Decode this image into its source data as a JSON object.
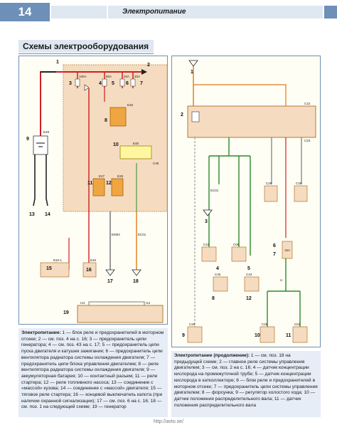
{
  "header": {
    "page_number": "14",
    "section": "Электропитание"
  },
  "title": "Схемы электрооборудования",
  "diagram_left": {
    "top_label": "1",
    "fuse_ratings": [
      "100A",
      "80A",
      "20A",
      "20A"
    ],
    "callouts": [
      "2",
      "3",
      "4",
      "5",
      "6",
      "7",
      "8",
      "9",
      "10",
      "11",
      "12",
      "13",
      "14",
      "15",
      "16",
      "17",
      "18",
      "19"
    ],
    "connector_labels": [
      "E49",
      "E26",
      "E48",
      "C48",
      "E27",
      "E28",
      "EM03",
      "EC01",
      "E32-1",
      "E45",
      "I13",
      "I12"
    ]
  },
  "diagram_right": {
    "callouts": [
      "1",
      "2",
      "3",
      "4",
      "5",
      "6",
      "7",
      "8",
      "9",
      "10",
      "11",
      "12"
    ],
    "connector_labels": [
      "C22",
      "C23",
      "EC01",
      "C29",
      "C28",
      "C44",
      "C06",
      "C45",
      "C43",
      "15A",
      "U",
      "C26",
      "C25",
      "C04"
    ]
  },
  "caption_left": {
    "head": "Электропитание:",
    "text": " 1 — блок реле и предохранителей в моторном отсеке; 2 — см. поз. 4 на с. 16; 3 — предохранитель цепи генератора; 4 — см. поз. 43 на с. 17; 5 — предохранитель цепи пуска двигателя и катушек зажигания; 6 — предохранитель цепи вентилятора радиатора системы охлаждения двигателя; 7 — предохранитель цепи блока управления двигателем; 8 — реле вентилятора радиатора системы охлаждения двигателя; 9 — аккумуляторная батарея; 10 — контактный разъем; 11 — реле стартера; 12 — реле топливного насоса; 13 — соединение с «массой» кузова; 14 — соединение с «массой» двигателя; 15 — тяговое реле стартера; 16 — концевой выключатель капота (при наличии охранной сигнализации); 17 — см. поз. 6 на с. 16; 18 — см. поз. 1 на следующей схеме; 19 — генератор"
  },
  "caption_right": {
    "head": "Электропитание (продолжение):",
    "text": " 1 — см. поз. 18 на предыдущей схеме; 2 — главное реле системы управления двигателем; 3 — см. поз. 2 на с. 16; 4 — датчик концентрации кислорода на промежуточной трубе; 5 — датчик концентрации кислорода в катколлекторе; 6 — блок реле и предохранителей в моторном отсеке; 7 — предохранитель цепи системы управления двигателем; 8 — форсунка; 9 — регулятор холостого хода; 10 — датчик положения распределительного вала; 11 — датчик положения распределительного вала"
  },
  "footer": "http://avto.se/"
}
